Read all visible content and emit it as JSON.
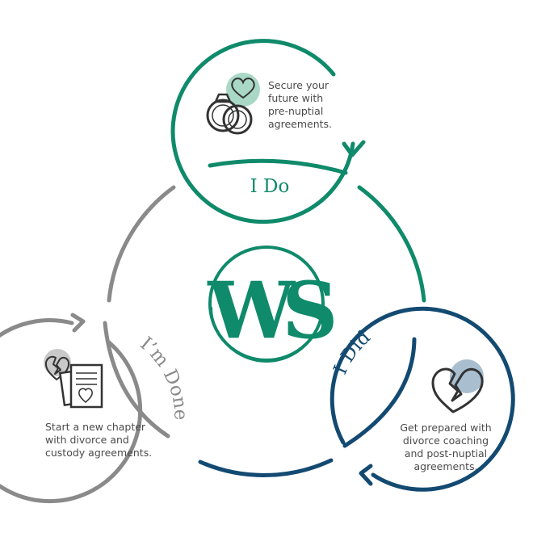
{
  "center_logo": {
    "letters": "WS"
  },
  "stages": {
    "i_do": {
      "label": "I Do",
      "description": [
        "Secure your",
        "future with",
        "pre-nuptial",
        "agreements."
      ],
      "icon": "wedding-rings-heart-icon",
      "color": "#0f8a6b",
      "icon_accent": "#a9d8c7"
    },
    "i_did": {
      "label": "I Did",
      "description": [
        "Get prepared with",
        "divorce coaching",
        "and post-nuptial",
        "agreements."
      ],
      "icon": "broken-heart-icon",
      "color": "#134a72",
      "icon_accent": "#a9bfd0"
    },
    "im_done": {
      "label": "I’m Done",
      "description": [
        "Start a new chapter",
        "with divorce and",
        "custody agreements."
      ],
      "icon": "broken-heart-document-icon",
      "color": "#8a8a8a",
      "icon_accent": "#c9c9c9"
    }
  }
}
